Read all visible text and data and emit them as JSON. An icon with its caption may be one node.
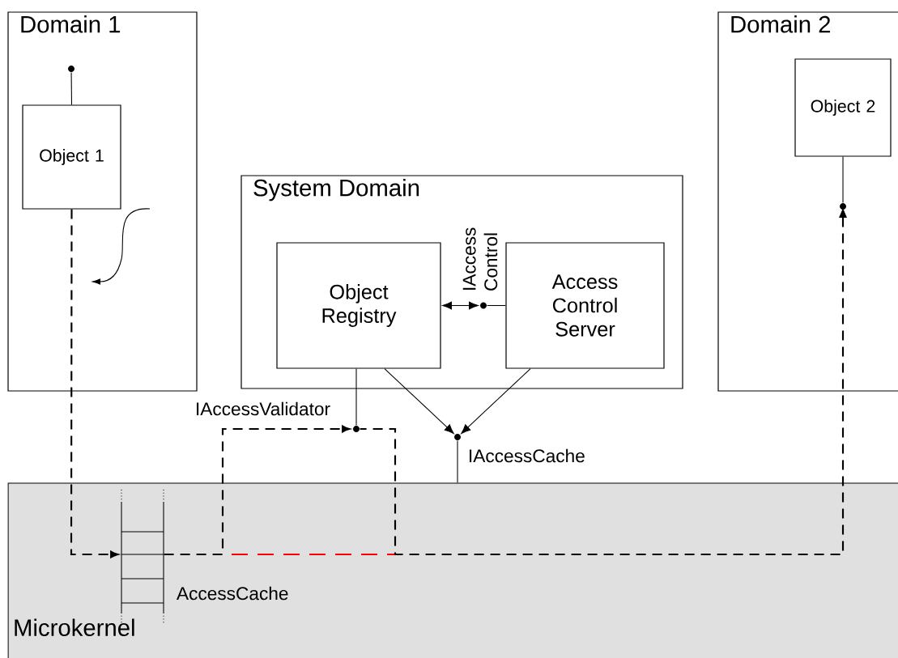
{
  "diagram": {
    "nodes": [
      {
        "text": [
          "Domain 1"
        ]
      },
      {
        "text": [
          "Object 1"
        ],
        "in": 0
      },
      {
        "text": [
          "System Domain"
        ]
      },
      {
        "text": [
          "Object Registry"
        ],
        "in": 2
      },
      {
        "text": [
          "Access Control Server"
        ],
        "in": 2
      },
      {
        "text": [
          "Domain 2"
        ]
      },
      {
        "text": [
          "Object 2"
        ],
        "in": 5
      },
      {
        "text": [
          "Microkernel"
        ]
      },
      {
        "text": [],
        "shape": "ladder",
        "in": 7,
        "beside": [
          "AccessCache"
        ]
      },
      {
        "text": [],
        "shape": "circle",
        "in": 0
      },
      {
        "text": [],
        "shape": "circle",
        "in": 2,
        "beside": [
          "IAccess Control"
        ]
      },
      {
        "text": [],
        "shape": "circle",
        "beside": [
          "IAccessValidator"
        ]
      },
      {
        "text": [],
        "shape": "circle",
        "beside": [
          "IAccessCache"
        ]
      },
      {
        "text": [],
        "shape": "circle",
        "in": 5
      }
    ],
    "edges": [
      {
        "from": 1,
        "to": 9,
        "arrow": "none"
      },
      {
        "from": 1,
        "to": 8,
        "arrow": "to",
        "style": "dashed"
      },
      {
        "from": 8,
        "to": 11,
        "arrow": "to",
        "style": "dashed"
      },
      {
        "from": 11,
        "to": 13,
        "arrow": "to",
        "style": "dashed"
      },
      {
        "from": 3,
        "to": 11,
        "arrow": "none"
      },
      {
        "from": 3,
        "to": 12,
        "arrow": "to"
      },
      {
        "from": 4,
        "to": 12,
        "arrow": "to"
      },
      {
        "from": 12,
        "to": 7,
        "arrow": "none"
      },
      {
        "from": 4,
        "to": 10,
        "arrow": "none"
      },
      {
        "from": 10,
        "to": 3,
        "arrow": "both"
      },
      {
        "from": 6,
        "to": 13,
        "arrow": "none"
      }
    ]
  }
}
